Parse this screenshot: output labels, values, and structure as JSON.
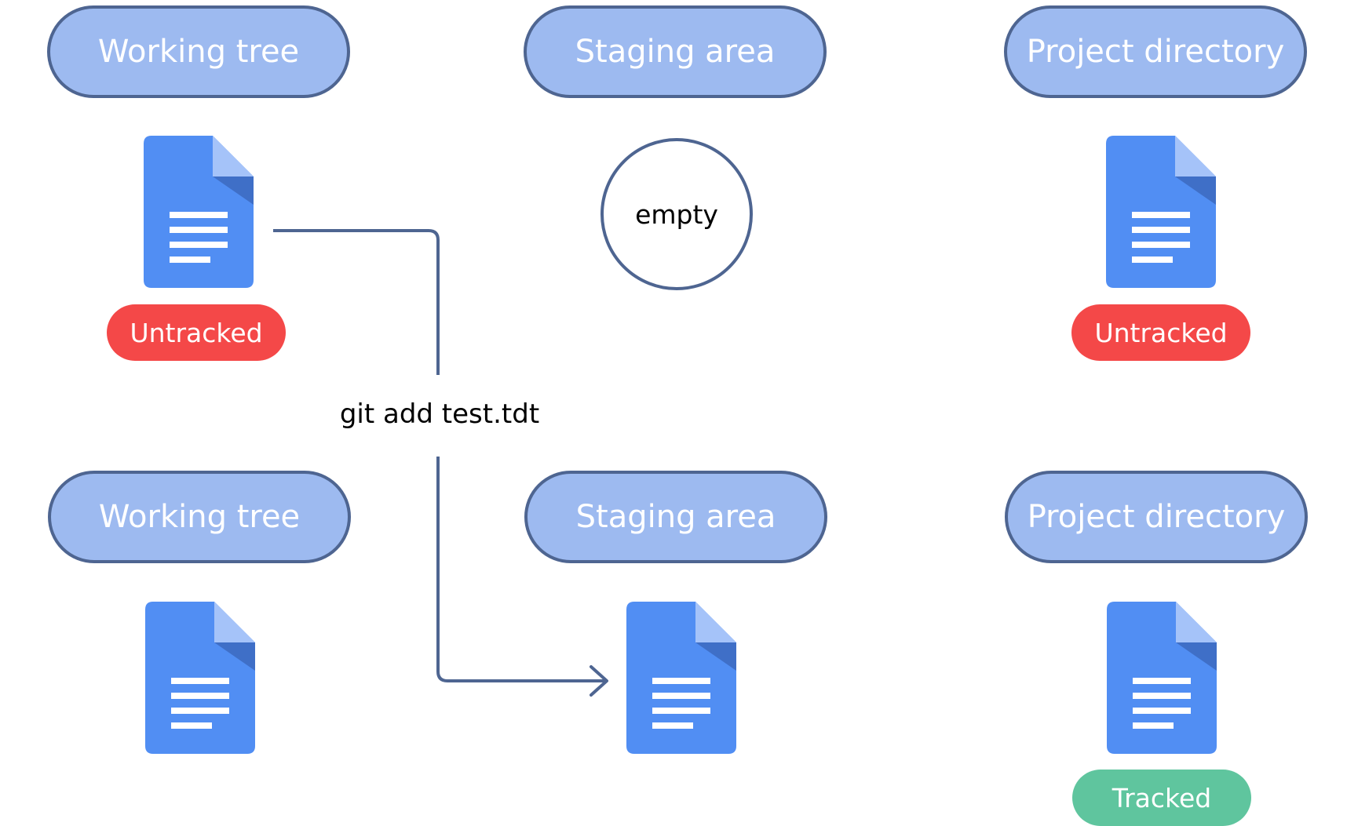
{
  "colors": {
    "pill_fill": "#9dbaf0",
    "outline": "#4e6591",
    "doc_body": "#518ef3",
    "doc_fold": "#a5c3f9",
    "doc_shadow": "#3f6fc7",
    "untracked": "#f44848",
    "tracked": "#5fc59e"
  },
  "top_row": {
    "working_tree": "Working tree",
    "staging_area": "Staging area",
    "project_directory": "Project directory",
    "staging_empty": "empty",
    "working_status": "Untracked",
    "project_status": "Untracked"
  },
  "command": "git add test.tdt",
  "bottom_row": {
    "working_tree": "Working tree",
    "staging_area": "Staging area",
    "project_directory": "Project directory",
    "project_status": "Tracked"
  },
  "icons": {
    "document": "document-icon",
    "arrow": "arrow-right-icon"
  }
}
